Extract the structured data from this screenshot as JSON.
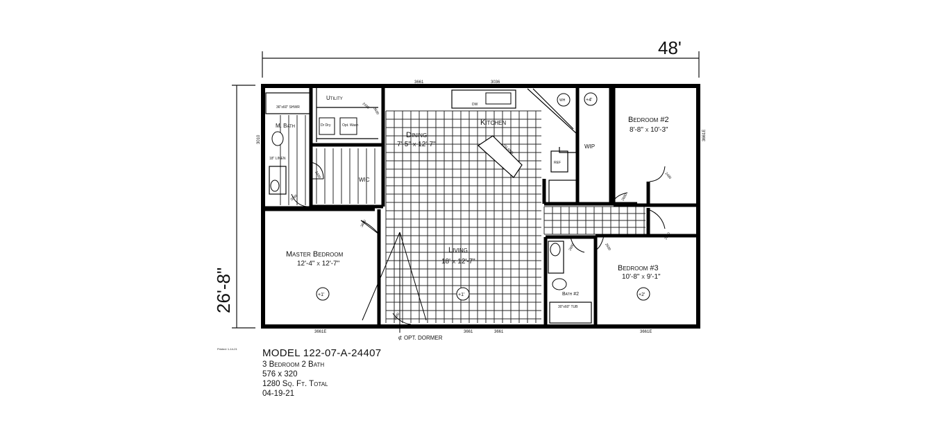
{
  "dimensions": {
    "width": "48'",
    "depth": "26'-8\""
  },
  "rooms": {
    "m_bath": "M. Bath",
    "utility": "Utility",
    "dining": {
      "name": "Dining",
      "size": "7'-5\" x 12'-7\""
    },
    "kitchen": "Kitchen",
    "bedroom2": {
      "name": "Bedroom #2",
      "size": "8'-8\" x 10'-3\""
    },
    "wic": "WIC",
    "wip": "WIP",
    "master": {
      "name": "Master Bedroom",
      "size": "12'-4\" x 12'-7\""
    },
    "living": {
      "name": "Living",
      "size": "18' x 12'-7\""
    },
    "bath2": "Bath #2",
    "bedroom3": {
      "name": "Bedroom #3",
      "size": "10'-8\" x 9'-1\""
    }
  },
  "fixtures": {
    "shower": "36\"x60\" SHWR",
    "tub": "30\"x60\" TUB",
    "dryer": "Dr Dry",
    "washer": "Opt. Wash",
    "linen": "18\" LINEN",
    "ref": "REF",
    "wh": "WH",
    "kitchen_sink": "DW",
    "island": "ISLAND"
  },
  "windows": [
    "3661",
    "3036",
    "3661E",
    "3661E",
    "3661",
    "3661",
    "3661E",
    "3010"
  ],
  "doors": [
    "2480",
    "3680",
    "2680",
    "2480",
    "2680",
    "2680",
    "2680",
    "3080",
    "2680",
    "2480",
    "3680"
  ],
  "markers": [
    "+1'",
    "+1'",
    "+2'",
    "+4'"
  ],
  "opt_dormer": "OPT. DORMER",
  "tiny_text": "Printed: 1-14-21",
  "info": {
    "model": "MODEL 122-07-A-24407",
    "beds_baths": "3 Bedroom  2 Bath",
    "size": "576 x 320",
    "sqft": "1280 Sq. Ft. Total",
    "date": "04-19-21"
  }
}
